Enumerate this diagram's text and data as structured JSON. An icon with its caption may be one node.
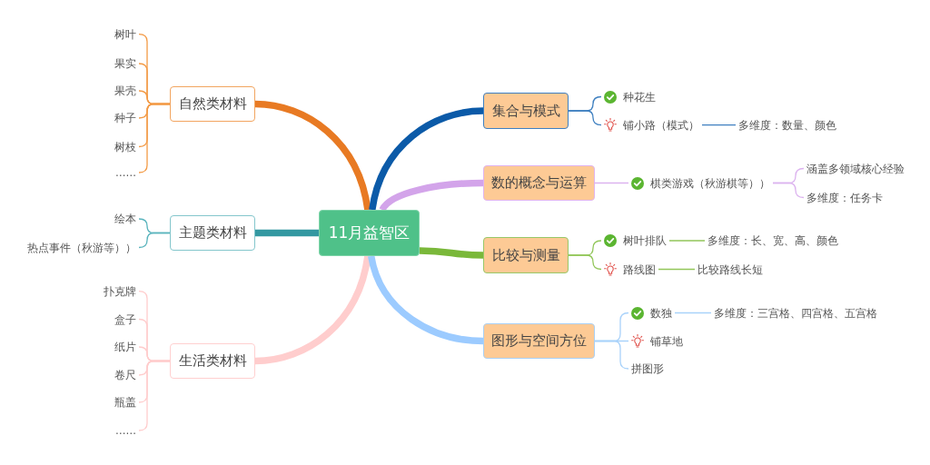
{
  "diagram": {
    "nodes": [
      {
        "text": [
          "11月益智区"
        ]
      },
      {
        "text": [
          "自然类材料"
        ]
      },
      {
        "text": [
          "树叶"
        ]
      },
      {
        "text": [
          "果实"
        ]
      },
      {
        "text": [
          "果壳"
        ]
      },
      {
        "text": [
          "种子"
        ]
      },
      {
        "text": [
          "树枝"
        ]
      },
      {
        "text": [
          "……"
        ]
      },
      {
        "text": [
          "主题类材料"
        ]
      },
      {
        "text": [
          "绘本"
        ]
      },
      {
        "text": [
          "热点事件（秋游等））"
        ]
      },
      {
        "text": [
          "生活类材料"
        ]
      },
      {
        "text": [
          "扑克牌"
        ]
      },
      {
        "text": [
          "盒子"
        ]
      },
      {
        "text": [
          "纸片"
        ]
      },
      {
        "text": [
          "卷尺"
        ]
      },
      {
        "text": [
          "瓶盖"
        ]
      },
      {
        "text": [
          "……"
        ]
      },
      {
        "text": [
          "集合与模式"
        ]
      },
      {
        "text": [
          "种花生"
        ]
      },
      {
        "text": [
          "铺小路（模式）"
        ]
      },
      {
        "text": [
          "多维度：数量、颜色"
        ]
      },
      {
        "text": [
          "数的概念与运算"
        ]
      },
      {
        "text": [
          "棋类游戏（秋游棋等））"
        ]
      },
      {
        "text": [
          "涵盖多领域核心经验"
        ]
      },
      {
        "text": [
          "多维度：任务卡"
        ]
      },
      {
        "text": [
          "比较与测量"
        ]
      },
      {
        "text": [
          "树叶排队"
        ]
      },
      {
        "text": [
          "多维度：长、宽、高、颜色"
        ]
      },
      {
        "text": [
          "路线图"
        ]
      },
      {
        "text": [
          "比较路线长短"
        ]
      },
      {
        "text": [
          "图形与空间方位"
        ]
      },
      {
        "text": [
          "数独"
        ]
      },
      {
        "text": [
          "多维度：三宫格、四宫格、五宫格"
        ]
      },
      {
        "text": [
          "铺草地"
        ]
      },
      {
        "text": [
          "拼图形"
        ]
      }
    ],
    "edges": [
      {
        "from": 0,
        "to": 1,
        "arrow": "none",
        "style": "thick",
        "color": "#e87a23"
      },
      {
        "from": 0,
        "to": 8,
        "arrow": "none",
        "style": "thick",
        "color": "#3398a1"
      },
      {
        "from": 0,
        "to": 11,
        "arrow": "none",
        "style": "thick",
        "color": "#ffcdcd"
      },
      {
        "from": 0,
        "to": 18,
        "arrow": "none",
        "style": "thick",
        "color": "#0b5aa8"
      },
      {
        "from": 0,
        "to": 22,
        "arrow": "none",
        "style": "thick",
        "color": "#d3a4ea"
      },
      {
        "from": 0,
        "to": 26,
        "arrow": "none",
        "style": "thick",
        "color": "#7ab83a"
      },
      {
        "from": 0,
        "to": 31,
        "arrow": "none",
        "style": "thick",
        "color": "#9ccbff"
      },
      {
        "from": 1,
        "to": 2,
        "arrow": "none",
        "color": "#f39a45"
      },
      {
        "from": 1,
        "to": 3,
        "arrow": "none",
        "color": "#f39a45"
      },
      {
        "from": 1,
        "to": 4,
        "arrow": "none",
        "color": "#f39a45"
      },
      {
        "from": 1,
        "to": 5,
        "arrow": "none",
        "color": "#f39a45"
      },
      {
        "from": 1,
        "to": 6,
        "arrow": "none",
        "color": "#f39a45"
      },
      {
        "from": 1,
        "to": 7,
        "arrow": "none",
        "color": "#f39a45"
      },
      {
        "from": 8,
        "to": 9,
        "arrow": "none",
        "color": "#5ab4bd"
      },
      {
        "from": 8,
        "to": 10,
        "arrow": "none",
        "color": "#5ab4bd"
      },
      {
        "from": 11,
        "to": 12,
        "arrow": "none",
        "color": "#ffcccc"
      },
      {
        "from": 11,
        "to": 13,
        "arrow": "none",
        "color": "#ffcccc"
      },
      {
        "from": 11,
        "to": 14,
        "arrow": "none",
        "color": "#ffcccc"
      },
      {
        "from": 11,
        "to": 15,
        "arrow": "none",
        "color": "#ffcccc"
      },
      {
        "from": 11,
        "to": 16,
        "arrow": "none",
        "color": "#ffcccc"
      },
      {
        "from": 11,
        "to": 17,
        "arrow": "none",
        "color": "#ffcccc"
      },
      {
        "from": 18,
        "to": 19,
        "arrow": "none",
        "color": "#3f80c0"
      },
      {
        "from": 18,
        "to": 20,
        "arrow": "none",
        "color": "#3f80c0"
      },
      {
        "from": 20,
        "to": 21,
        "arrow": "none",
        "color": "#3f80c0"
      },
      {
        "from": 22,
        "to": 23,
        "arrow": "none",
        "color": "#dcb3ef"
      },
      {
        "from": 23,
        "to": 24,
        "arrow": "none",
        "color": "#dcb3ef"
      },
      {
        "from": 23,
        "to": 25,
        "arrow": "none",
        "color": "#dcb3ef"
      },
      {
        "from": 26,
        "to": 27,
        "arrow": "none",
        "color": "#92c65a"
      },
      {
        "from": 27,
        "to": 28,
        "arrow": "none",
        "color": "#92c65a"
      },
      {
        "from": 26,
        "to": 29,
        "arrow": "none",
        "color": "#92c65a"
      },
      {
        "from": 29,
        "to": 30,
        "arrow": "none",
        "color": "#92c65a"
      },
      {
        "from": 31,
        "to": 32,
        "arrow": "none",
        "color": "#a9d2fa"
      },
      {
        "from": 32,
        "to": 33,
        "arrow": "none",
        "color": "#a9d2fa"
      },
      {
        "from": 31,
        "to": 34,
        "arrow": "none",
        "color": "#a9d2fa"
      },
      {
        "from": 31,
        "to": 35,
        "arrow": "none",
        "color": "#a9d2fa"
      }
    ]
  }
}
